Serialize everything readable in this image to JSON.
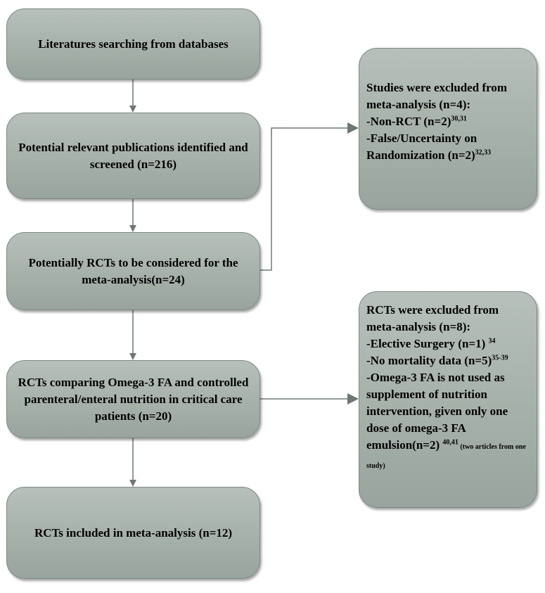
{
  "nodes": {
    "search": "Literatures searching from databases",
    "identified": "Potential relevant publications identified and screened (n=216)",
    "considered": "Potentially RCTs to be considered for the meta-analysis(n=24)",
    "comparing": "RCTs comparing Omega-3 FA and controlled parenteral/enteral nutrition in critical care patients (n=20)",
    "included": "RCTs included in meta-analysis (n=12)"
  },
  "excluded1": {
    "heading": "Studies were excluded from meta-analysis (n=4):",
    "items": [
      {
        "text": "-Non-RCT (n=2)",
        "ref": "30,31"
      },
      {
        "text": "-False/Uncertainty on Randomization (n=2)",
        "ref": "32,33"
      }
    ]
  },
  "excluded2": {
    "heading": "RCTs were excluded from meta-analysis (n=8):",
    "items": [
      {
        "text": "-Elective Surgery (n=1) ",
        "ref": "34"
      },
      {
        "text": "-No mortality data (n=5)",
        "ref": "35-39"
      },
      {
        "text": "-Omega-3 FA is not used as supplement of nutrition intervention, given only one dose of omega-3 FA emulsion(n=2) ",
        "ref": "40,41",
        "note": " (two articles from one study)"
      }
    ]
  },
  "colors": {
    "box_fill": "#a8b3ac",
    "arrow": "#6e7873"
  }
}
